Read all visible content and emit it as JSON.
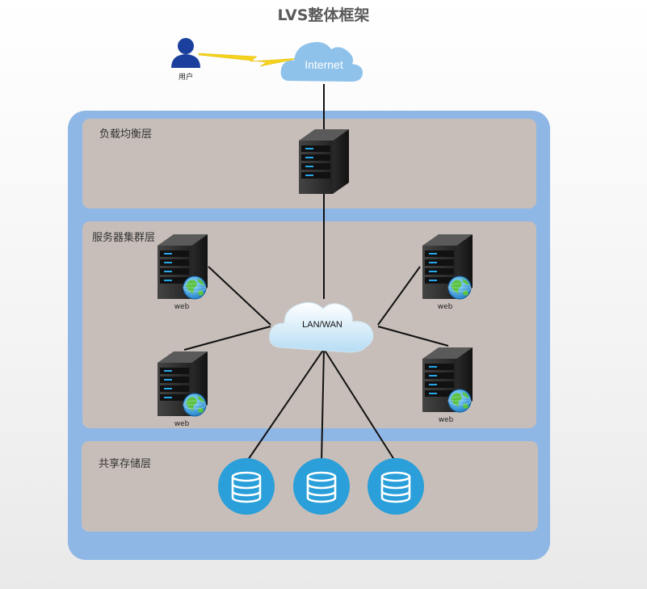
{
  "title": "LVS整体框架",
  "user": {
    "label": "用户"
  },
  "internet": {
    "label": "Internet"
  },
  "lan": {
    "label": "LAN/WAN"
  },
  "layers": {
    "load_balance": "负载均衡层",
    "server_cluster": "服务器集群层",
    "shared_storage": "共享存储层"
  },
  "servers": [
    {
      "label": "web"
    },
    {
      "label": "web"
    },
    {
      "label": "web"
    },
    {
      "label": "web"
    }
  ],
  "colors": {
    "outer": "#8fb7e6",
    "band": "#c7beb9",
    "user": "#1a3f9c",
    "cloud": "#8fc2ea",
    "storage": "#2a9fd9",
    "lightning": "#f5d21d"
  },
  "icons": {
    "user": "user-icon",
    "cloud": "cloud-icon",
    "server": "server-icon",
    "globe": "globe-icon",
    "database": "database-icon",
    "lightning": "lightning-icon"
  }
}
